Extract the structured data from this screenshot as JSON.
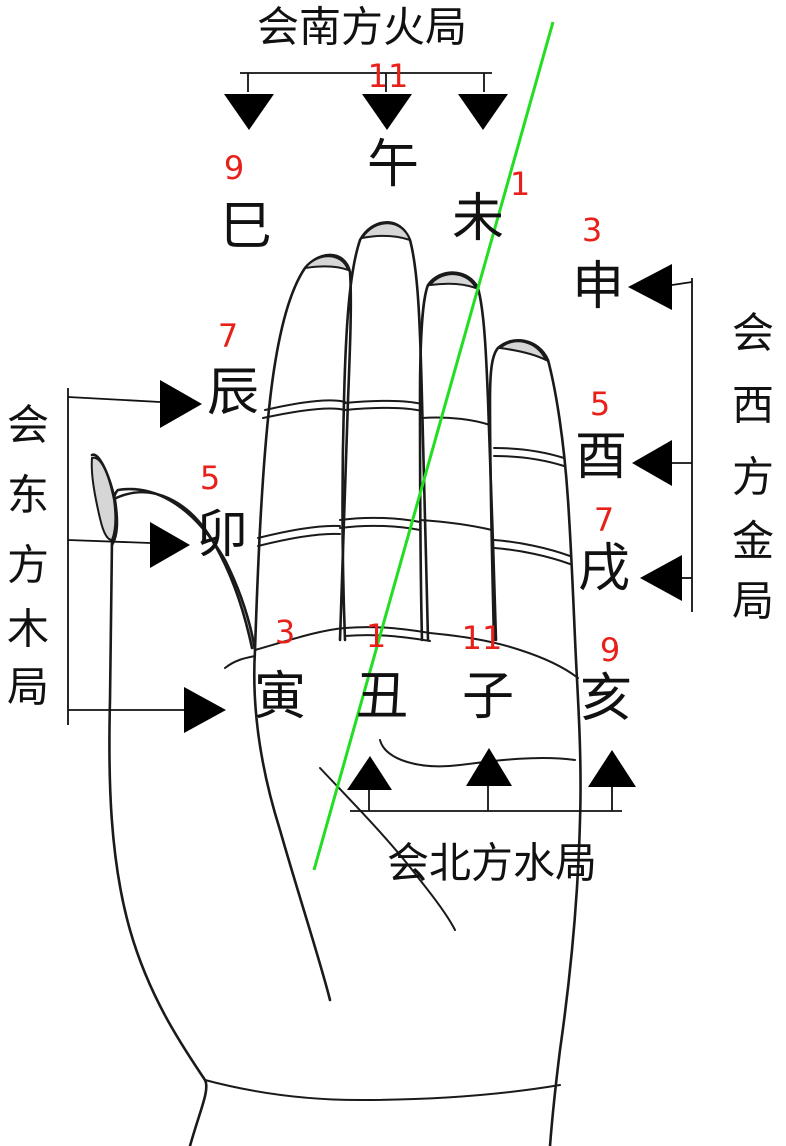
{
  "colors": {
    "number": "#e8201a",
    "diagonal": "#22dd22",
    "ink": "#111111"
  },
  "groups": {
    "south": {
      "text": "会南方火局"
    },
    "east": {
      "chars": [
        "会",
        "东",
        "方",
        "木",
        "局"
      ]
    },
    "west": {
      "chars": [
        "会",
        "西",
        "方",
        "金",
        "局"
      ]
    },
    "north": {
      "text": "会北方水局"
    }
  },
  "branches": [
    {
      "char": "巳",
      "number": "9"
    },
    {
      "char": "午",
      "number": "11"
    },
    {
      "char": "未",
      "number": "1"
    },
    {
      "char": "申",
      "number": "3"
    },
    {
      "char": "辰",
      "number": "7"
    },
    {
      "char": "酉",
      "number": "5"
    },
    {
      "char": "卯",
      "number": "5"
    },
    {
      "char": "戌",
      "number": "7"
    },
    {
      "char": "寅",
      "number": "3"
    },
    {
      "char": "丑",
      "number": "1"
    },
    {
      "char": "子",
      "number": "11"
    },
    {
      "char": "亥",
      "number": "9"
    }
  ]
}
